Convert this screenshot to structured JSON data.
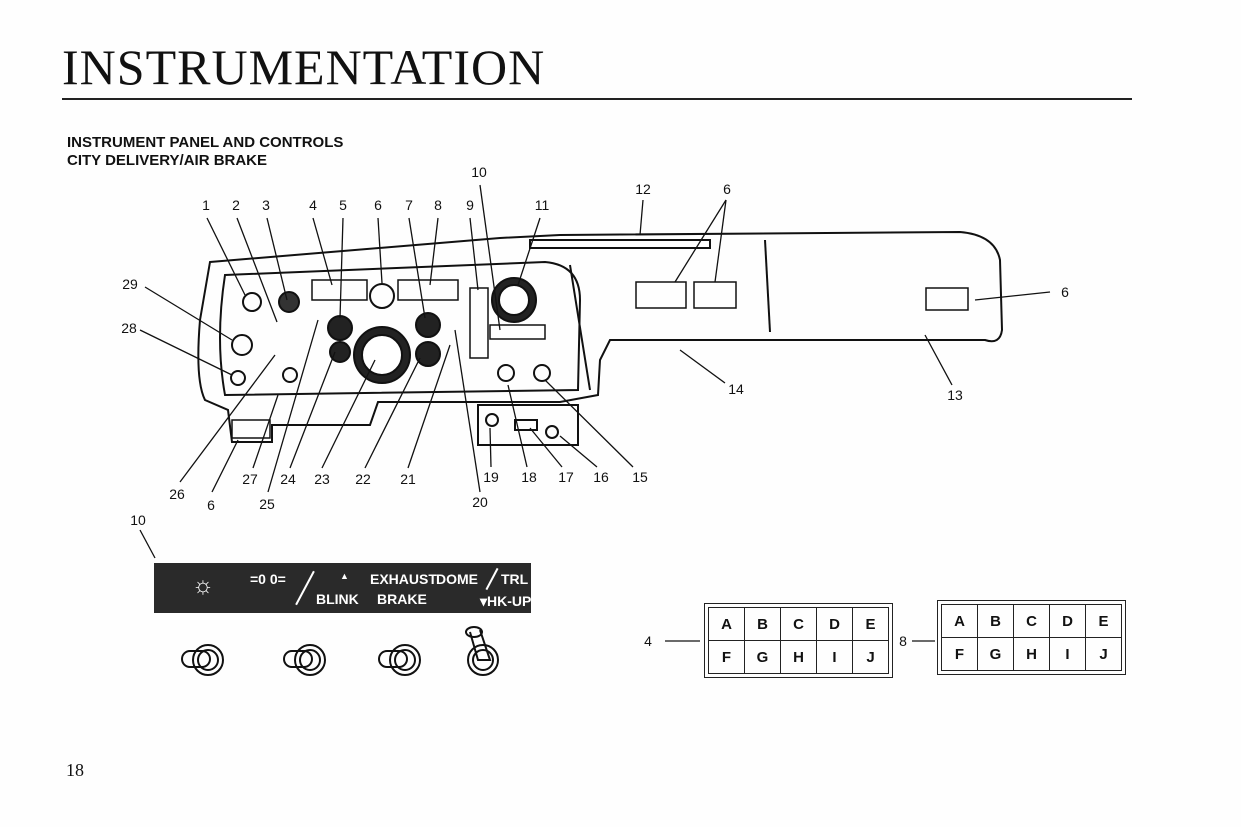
{
  "title": "INSTRUMENTATION",
  "subtitle1": "INSTRUMENT PANEL AND CONTROLS",
  "subtitle2": "CITY DELIVERY/AIR BRAKE",
  "page_number": "18",
  "callouts": [
    "1",
    "2",
    "3",
    "4",
    "5",
    "6",
    "7",
    "8",
    "9",
    "10",
    "11",
    "12",
    "6",
    "6",
    "13",
    "14",
    "15",
    "16",
    "17",
    "18",
    "19",
    "20",
    "21",
    "22",
    "23",
    "24",
    "25",
    "26",
    "27",
    "6",
    "28",
    "29",
    "10"
  ],
  "switch_panel": {
    "blink": "BLINK",
    "exhaust": "EXHAUST",
    "brake": "BRAKE",
    "dome": "DOME",
    "trl": "TRL",
    "hkup": "▾HK-UP",
    "up_arrow": "▲"
  },
  "fuse_blocks": [
    {
      "label": "4",
      "top": [
        "A",
        "B",
        "C",
        "D",
        "E"
      ],
      "bottom": [
        "F",
        "G",
        "H",
        "I",
        "J"
      ]
    },
    {
      "label": "8",
      "top": [
        "A",
        "B",
        "C",
        "D",
        "E"
      ],
      "bottom": [
        "F",
        "G",
        "H",
        "I",
        "J"
      ]
    }
  ]
}
